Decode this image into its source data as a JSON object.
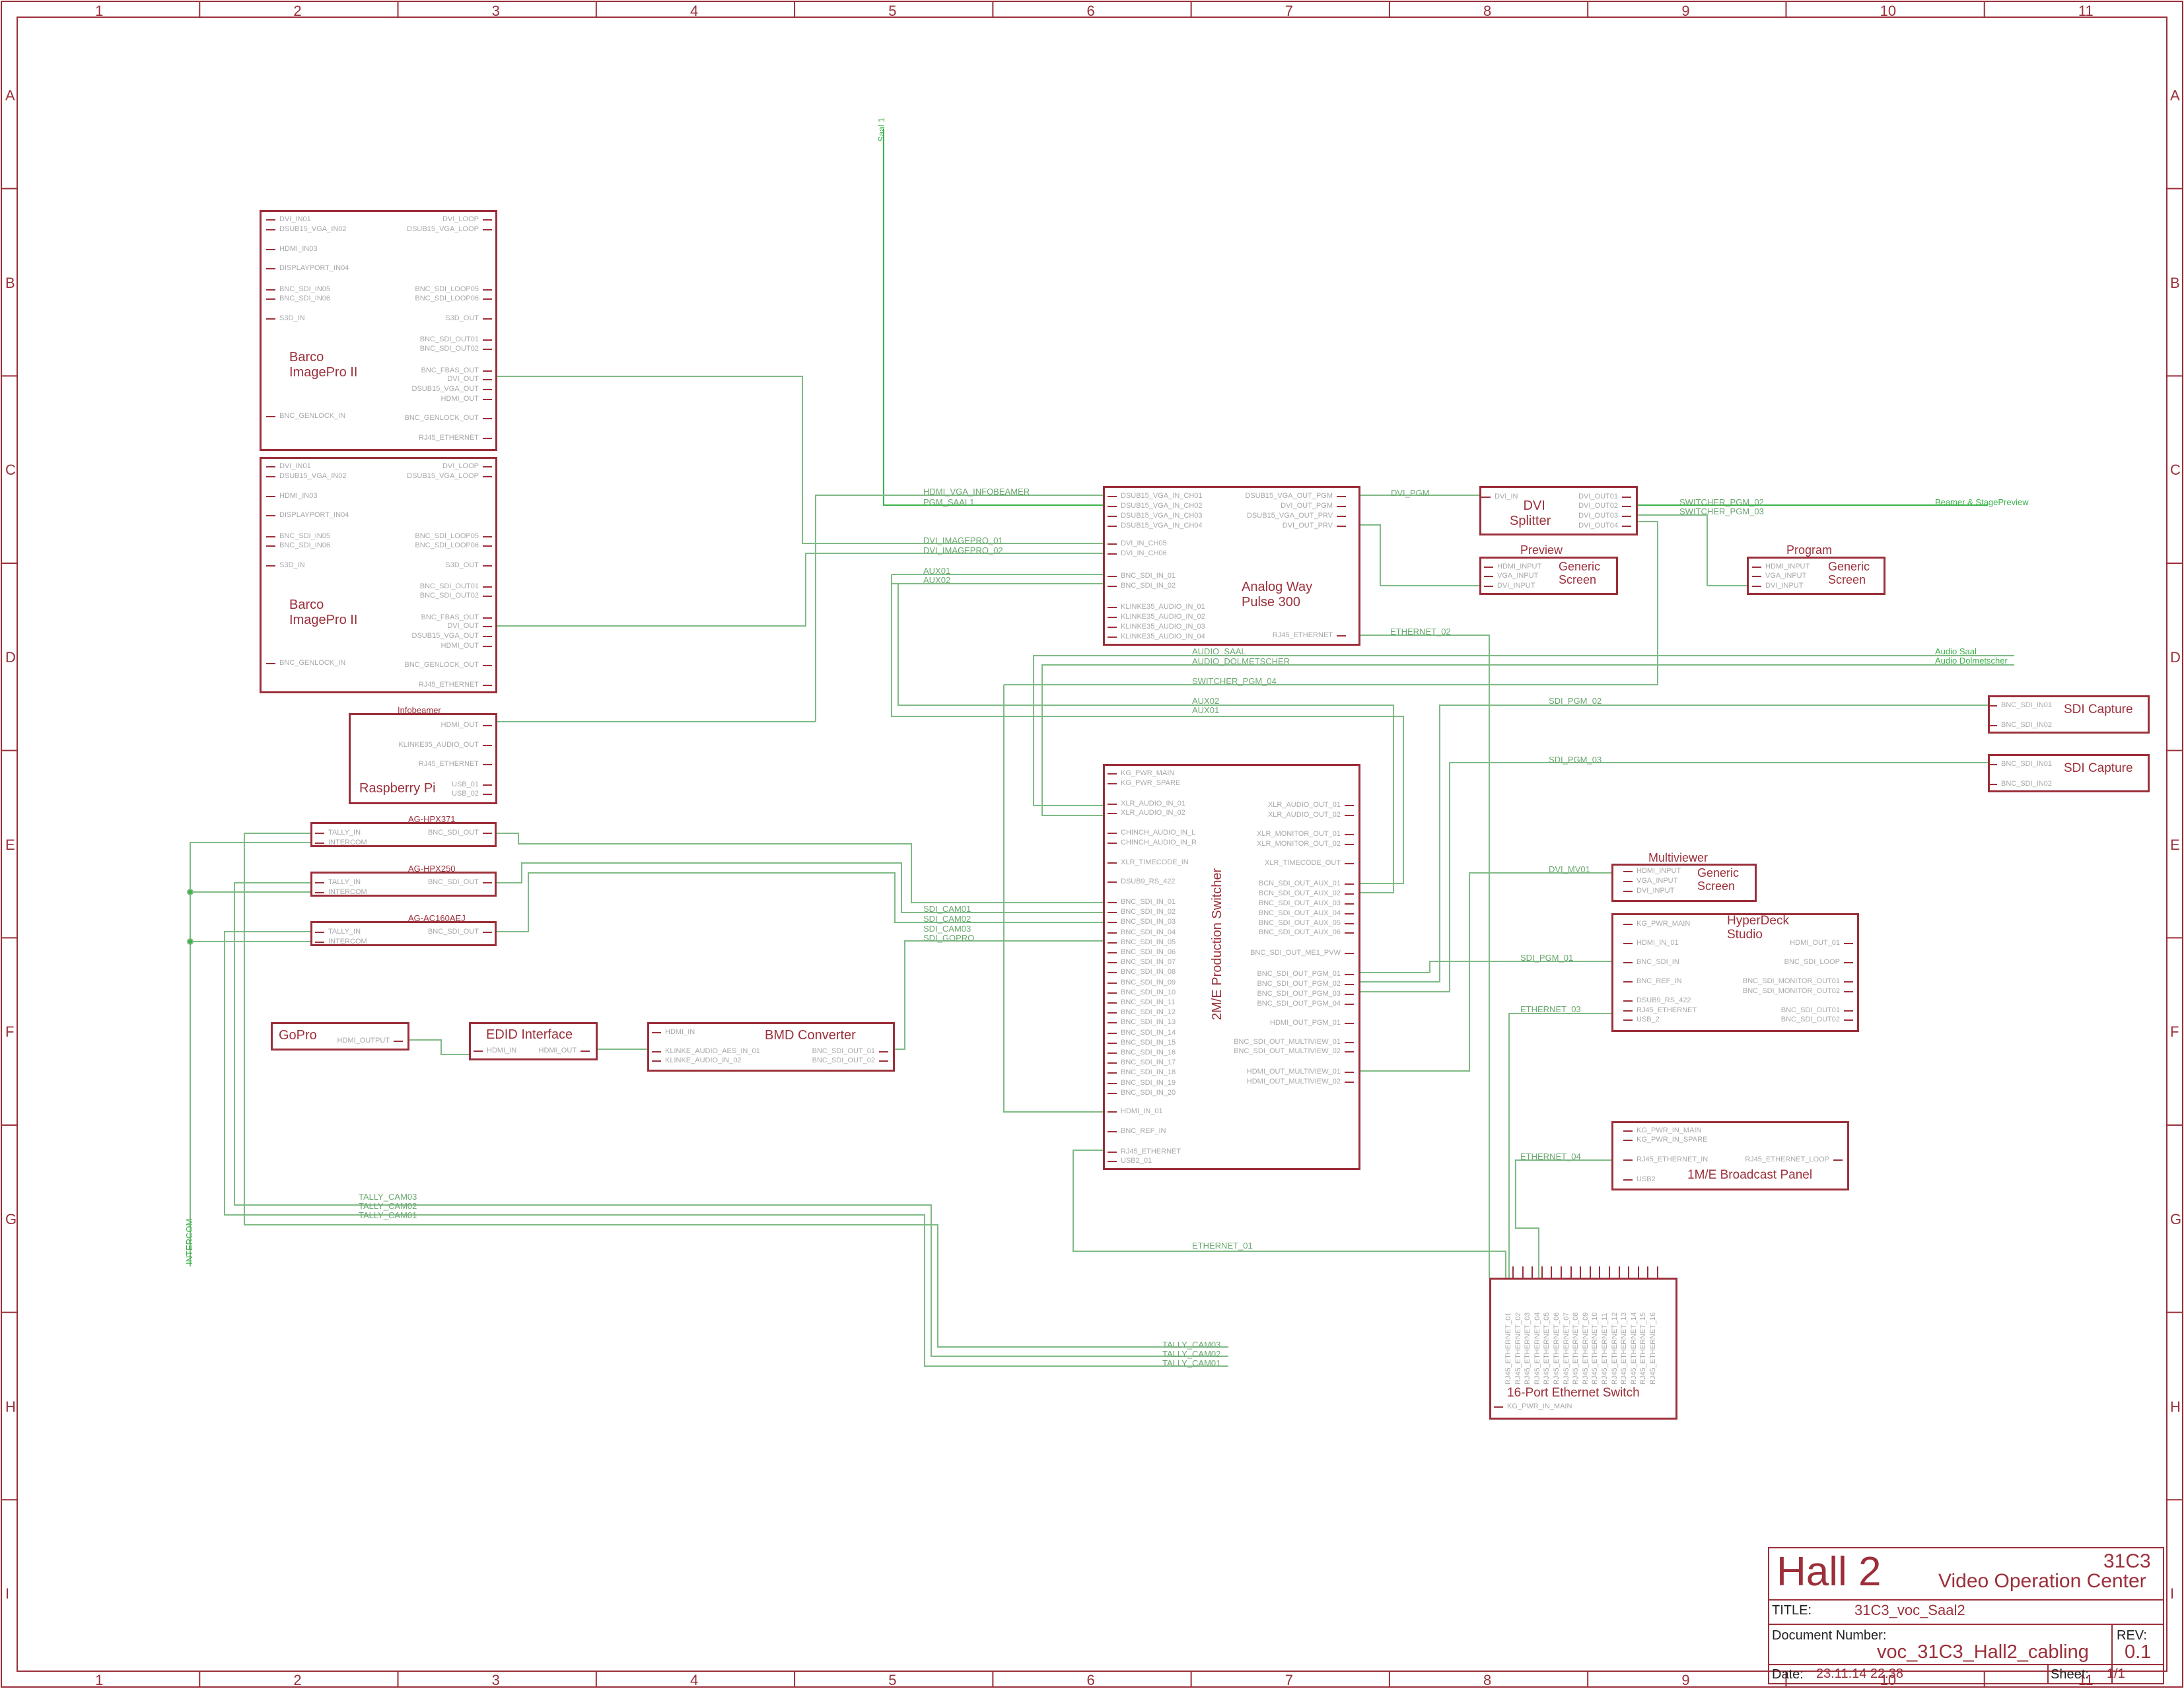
{
  "frame": {
    "columns": [
      "1",
      "2",
      "3",
      "4",
      "5",
      "6",
      "7",
      "8",
      "9",
      "10",
      "11"
    ],
    "rows": [
      "A",
      "B",
      "C",
      "D",
      "E",
      "F",
      "G",
      "H",
      "I"
    ],
    "line_color": "#9b2f3a",
    "wire_color": "#7fba85"
  },
  "blocks": {
    "barco1": {
      "title1": "Barco",
      "title2": "ImagePro II",
      "left": [
        "DVI_IN01",
        "DSUB15_VGA_IN02",
        "HDMI_IN03",
        "DISPLAYPORT_IN04",
        "BNC_SDI_IN05",
        "BNC_SDI_IN06",
        "S3D_IN",
        "BNC_GENLOCK_IN"
      ],
      "right": [
        "DVI_LOOP",
        "DSUB15_VGA_LOOP",
        "BNC_SDI_LOOP05",
        "BNC_SDI_LOOP06",
        "S3D_OUT",
        "BNC_SDI_OUT01",
        "BNC_SDI_OUT02",
        "BNC_FBAS_OUT",
        "DVI_OUT",
        "DSUB15_VGA_OUT",
        "HDMI_OUT",
        "BNC_GENLOCK_OUT",
        "RJ45_ETHERNET"
      ]
    },
    "barco2": {
      "title1": "Barco",
      "title2": "ImagePro II",
      "left": [
        "DVI_IN01",
        "DSUB15_VGA_IN02",
        "HDMI_IN03",
        "DISPLAYPORT_IN04",
        "BNC_SDI_IN05",
        "BNC_SDI_IN06",
        "S3D_IN",
        "BNC_GENLOCK_IN"
      ],
      "right": [
        "DVI_LOOP",
        "DSUB15_VGA_LOOP",
        "BNC_SDI_LOOP05",
        "BNC_SDI_LOOP06",
        "S3D_OUT",
        "BNC_SDI_OUT01",
        "BNC_SDI_OUT02",
        "BNC_FBAS_OUT",
        "DVI_OUT",
        "DSUB15_VGA_OUT",
        "HDMI_OUT",
        "BNC_GENLOCK_OUT",
        "RJ45_ETHERNET"
      ]
    },
    "rpi": {
      "title": "Raspberry Pi",
      "label": "Infobeamer",
      "right": [
        "HDMI_OUT",
        "KLINKE35_AUDIO_OUT",
        "RJ45_ETHERNET",
        "USB_01",
        "USB_02"
      ]
    },
    "cam1": {
      "label": "AG-HPX371",
      "left": [
        "TALLY_IN",
        "INTERCOM"
      ],
      "right": [
        "BNC_SDI_OUT"
      ]
    },
    "cam2": {
      "label": "AG-HPX250",
      "left": [
        "TALLY_IN",
        "INTERCOM"
      ],
      "right": [
        "BNC_SDI_OUT"
      ]
    },
    "cam3": {
      "label": "AG-AC160AEJ",
      "left": [
        "TALLY_IN",
        "INTERCOM"
      ],
      "right": [
        "BNC_SDI_OUT"
      ]
    },
    "gopro": {
      "title": "GoPro",
      "right": [
        "HDMI_OUTPUT"
      ]
    },
    "edid": {
      "title": "EDID Interface",
      "left": [
        "HDMI_IN"
      ],
      "right": [
        "HDMI_OUT"
      ]
    },
    "bmd": {
      "title": "BMD Converter",
      "left": [
        "HDMI_IN",
        "KLINKE_AUDIO_AES_IN_01",
        "KLINKE_AUDIO_IN_02"
      ],
      "right": [
        "BNC_SDI_OUT_01",
        "BNC_SDI_OUT_02"
      ]
    },
    "analogway": {
      "title1": "Analog Way",
      "title2": "Pulse 300",
      "left": [
        "DSUB15_VGA_IN_CH01",
        "DSUB15_VGA_IN_CH02",
        "DSUB15_VGA_IN_CH03",
        "DSUB15_VGA_IN_CH04",
        "DVI_IN_CH05",
        "DVI_IN_CH06",
        "BNC_SDI_IN_01",
        "BNC_SDI_IN_02",
        "KLINKE35_AUDIO_IN_01",
        "KLINKE35_AUDIO_IN_02",
        "KLINKE35_AUDIO_IN_03",
        "KLINKE35_AUDIO_IN_04"
      ],
      "right": [
        "DSUB15_VGA_OUT_PGM",
        "DVI_OUT_PGM",
        "DSUB15_VGA_OUT_PRV",
        "DVI_OUT_PRV",
        "RJ45_ETHERNET"
      ]
    },
    "switcher": {
      "title": "2M/E Production Switcher",
      "left": [
        "KG_PWR_MAIN",
        "KG_PWR_SPARE",
        "XLR_AUDIO_IN_01",
        "XLR_AUDIO_IN_02",
        "CHINCH_AUDIO_IN_L",
        "CHINCH_AUDIO_IN_R",
        "XLR_TIMECODE_IN",
        "DSUB9_RS_422",
        "BNC_SDI_IN_01",
        "BNC_SDI_IN_02",
        "BNC_SDI_IN_03",
        "BNC_SDI_IN_04",
        "BNC_SDI_IN_05",
        "BNC_SDI_IN_06",
        "BNC_SDI_IN_07",
        "BNC_SDI_IN_08",
        "BNC_SDI_IN_09",
        "BNC_SDI_IN_10",
        "BNC_SDI_IN_11",
        "BNC_SDI_IN_12",
        "BNC_SDI_IN_13",
        "BNC_SDI_IN_14",
        "BNC_SDI_IN_15",
        "BNC_SDI_IN_16",
        "BNC_SDI_IN_17",
        "BNC_SDI_IN_18",
        "BNC_SDI_IN_19",
        "BNC_SDI_IN_20",
        "HDMI_IN_01",
        "BNC_REF_IN",
        "RJ45_ETHERNET",
        "USB2_01"
      ],
      "right": [
        "XLR_AUDIO_OUT_01",
        "XLR_AUDIO_OUT_02",
        "XLR_MONITOR_OUT_01",
        "XLR_MONITOR_OUT_02",
        "XLR_TIMECODE_OUT",
        "BCN_SDI_OUT_AUX_01",
        "BCN_SDI_OUT_AUX_02",
        "BNC_SDI_OUT_AUX_03",
        "BNC_SDI_OUT_AUX_04",
        "BNC_SDI_OUT_AUX_05",
        "BNC_SDI_OUT_AUX_06",
        "BNC_SDI_OUT_ME1_PVW",
        "BNC_SDI_OUT_PGM_01",
        "BNC_SDI_OUT_PGM_02",
        "BNC_SDI_OUT_PGM_03",
        "BNC_SDI_OUT_PGM_04",
        "HDMI_OUT_PGM_01",
        "BNC_SDI_OUT_MULTIVIEW_01",
        "BNC_SDI_OUT_MULTIVIEW_02",
        "HDMI_OUT_MULTIVIEW_01",
        "HDMI_OUT_MULTIVIEW_02"
      ]
    },
    "dvisplit": {
      "title1": "DVI",
      "title2": "Splitter",
      "left": [
        "DVI_IN"
      ],
      "right": [
        "DVI_OUT01",
        "DVI_OUT02",
        "DVI_OUT03",
        "DVI_OUT04"
      ]
    },
    "preview": {
      "label": "Preview",
      "title1": "Generic",
      "title2": "Screen",
      "left": [
        "HDMI_INPUT",
        "VGA_INPUT",
        "DVI_INPUT"
      ]
    },
    "program": {
      "label": "Program",
      "title1": "Generic",
      "title2": "Screen",
      "left": [
        "HDMI_INPUT",
        "VGA_INPUT",
        "DVI_INPUT"
      ]
    },
    "sdicap1": {
      "title": "SDI Capture",
      "left": [
        "BNC_SDI_IN01",
        "BNC_SDI_IN02"
      ]
    },
    "sdicap2": {
      "title": "SDI Capture",
      "left": [
        "BNC_SDI_IN01",
        "BNC_SDI_IN02"
      ]
    },
    "multiview": {
      "label": "Multiviewer",
      "title1": "Generic",
      "title2": "Screen",
      "left": [
        "HDMI_INPUT",
        "VGA_INPUT",
        "DVI_INPUT"
      ]
    },
    "hyperdeck": {
      "title1": "HyperDeck",
      "title2": "Studio",
      "left": [
        "KG_PWR_MAIN",
        "HDMI_IN_01",
        "BNC_SDI_IN",
        "BNC_REF_IN",
        "DSUB9_RS_422",
        "RJ45_ETHERNET",
        "USB_2"
      ],
      "right": [
        "HDMI_OUT_01",
        "BNC_SDI_LOOP",
        "BNC_SDI_MONITOR_OUT01",
        "BNC_SDI_MONITOR_OUT02",
        "BNC_SDI_OUT01",
        "BNC_SDI_OUT02"
      ]
    },
    "panel": {
      "title": "1M/E Broadcast Panel",
      "left": [
        "KG_PWR_IN_MAIN",
        "KG_PWR_IN_SPARE",
        "RJ45_ETHERNET_IN",
        "USB2"
      ],
      "right": [
        "RJ45_ETHERNET_LOOP"
      ]
    },
    "ethswitch": {
      "title": "16-Port Ethernet Switch",
      "power": "KG_PWR_IN_MAIN",
      "ports": [
        "RJ45_ETHERNET_01",
        "RJ45_ETHERNET_02",
        "RJ45_ETHERNET_03",
        "RJ45_ETHERNET_04",
        "RJ45_ETHERNET_05",
        "RJ45_ETHERNET_06",
        "RJ45_ETHERNET_07",
        "RJ45_ETHERNET_08",
        "RJ45_ETHERNET_09",
        "RJ45_ETHERNET_10",
        "RJ45_ETHERNET_11",
        "RJ45_ETHERNET_12",
        "RJ45_ETHERNET_13",
        "RJ45_ETHERNET_14",
        "RJ45_ETHERNET_15",
        "RJ45_ETHERNET_16"
      ]
    }
  },
  "nets": {
    "saal1": "Saal 1",
    "hdmi_vga_infobeamer": "HDMI_VGA_INFOBEAMER",
    "pgm_saal1": "PGM_SAAL1",
    "dvi_imagepro_01": "DVI_IMAGEPRO_01",
    "dvi_imagepro_02": "DVI_IMAGEPRO_02",
    "aux01": "AUX01",
    "aux02": "AUX02",
    "ethernet_02": "ETHERNET_02",
    "audio_saal": "AUDIO_SAAL",
    "audio_dolmetscher": "AUDIO_DOLMETSCHER",
    "switcher_pgm_04": "SWITCHER_PGM_04",
    "aux02b": "AUX02",
    "aux01b": "AUX01",
    "dvi_pgm": "DVI_PGM",
    "switcher_pgm_02": "SWITCHER_PGM_02",
    "switcher_pgm_03": "SWITCHER_PGM_03",
    "beamer": "Beamer & StagePreview",
    "audio_saal_ext": "Audio Saal",
    "audio_dolm_ext": "Audio Dolmetscher",
    "sdi_pgm_02": "SDI_PGM_02",
    "sdi_pgm_03": "SDI_PGM_03",
    "sdi_cam01": "SDI_CAM01",
    "sdi_cam02": "SDI_CAM02",
    "sdi_cam03": "SDI_CAM03",
    "sdi_gopro": "SDI_GOPRO",
    "dvi_mv01": "DVI_MV01",
    "sdi_pgm_01": "SDI_PGM_01",
    "ethernet_03": "ETHERNET_03",
    "ethernet_04": "ETHERNET_04",
    "ethernet_01": "ETHERNET_01",
    "tally_cam03": "TALLY_CAM03",
    "tally_cam02": "TALLY_CAM02",
    "tally_cam01": "TALLY_CAM01",
    "intercom": "INTERCOM"
  },
  "titleblock": {
    "hall": "Hall 2",
    "event": "31C3",
    "center": "Video Operation Center",
    "title_label": "TITLE:",
    "title_value": "31C3_voc_Saal2",
    "docnum_label": "Document Number:",
    "docnum_value": "voc_31C3_Hall2_cabling",
    "rev_label": "REV:",
    "rev_value": "0.1",
    "date_label": "Date:",
    "date_value": "23.11.14 22:38",
    "sheet_label": "Sheet:",
    "sheet_value": "1/1"
  }
}
